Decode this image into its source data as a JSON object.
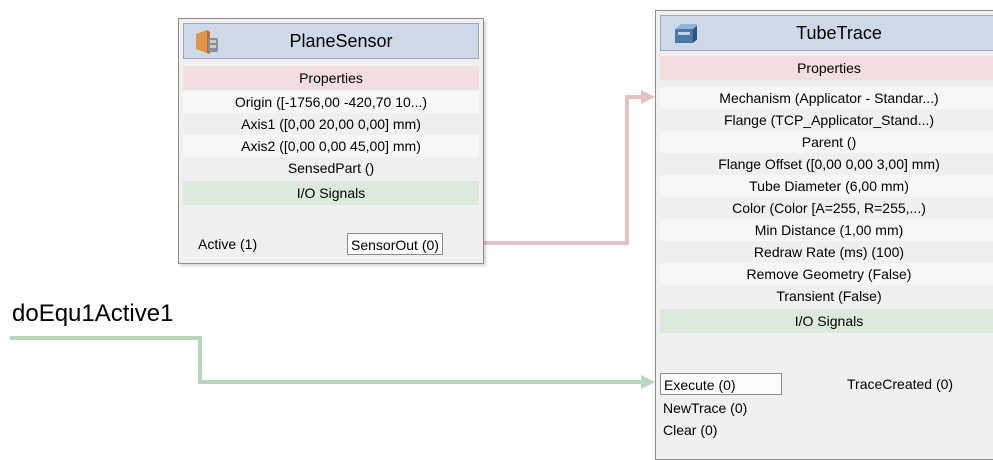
{
  "colors": {
    "wire_sensor": "#e3c3c5",
    "wire_signal": "#b9d7bc",
    "header_bg": "#cdd9e6",
    "properties_bg": "#f2dedf",
    "io_bg": "#dbeadb"
  },
  "plane_sensor": {
    "icon": "plane-sensor-icon",
    "title": "PlaneSensor",
    "properties_label": "Properties",
    "properties": [
      "Origin ([-1756,00 -420,70 10...)",
      "Axis1 ([0,00 20,00 0,00] mm)",
      "Axis2 ([0,00 0,00 45,00] mm)",
      "SensedPart ()"
    ],
    "io_label": "I/O Signals",
    "inputs": [
      "Active (1)"
    ],
    "outputs": [
      "SensorOut (0)"
    ]
  },
  "tube_trace": {
    "icon": "tube-trace-icon",
    "title": "TubeTrace",
    "properties_label": "Properties",
    "properties": [
      "Mechanism (Applicator - Standar...)",
      "Flange (TCP_Applicator_Stand...)",
      "Parent ()",
      "Flange Offset ([0,00 0,00 3,00] mm)",
      "Tube Diameter (6,00 mm)",
      "Color (Color [A=255, R=255,...)",
      "Min Distance (1,00 mm)",
      "Redraw Rate (ms) (100)",
      "Remove Geometry (False)",
      "Transient (False)"
    ],
    "io_label": "I/O Signals",
    "inputs": [
      "Execute (0)",
      "NewTrace (0)",
      "Clear (0)"
    ],
    "outputs": [
      "TraceCreated (0)"
    ]
  },
  "signal_label": "doEqu1Active1"
}
